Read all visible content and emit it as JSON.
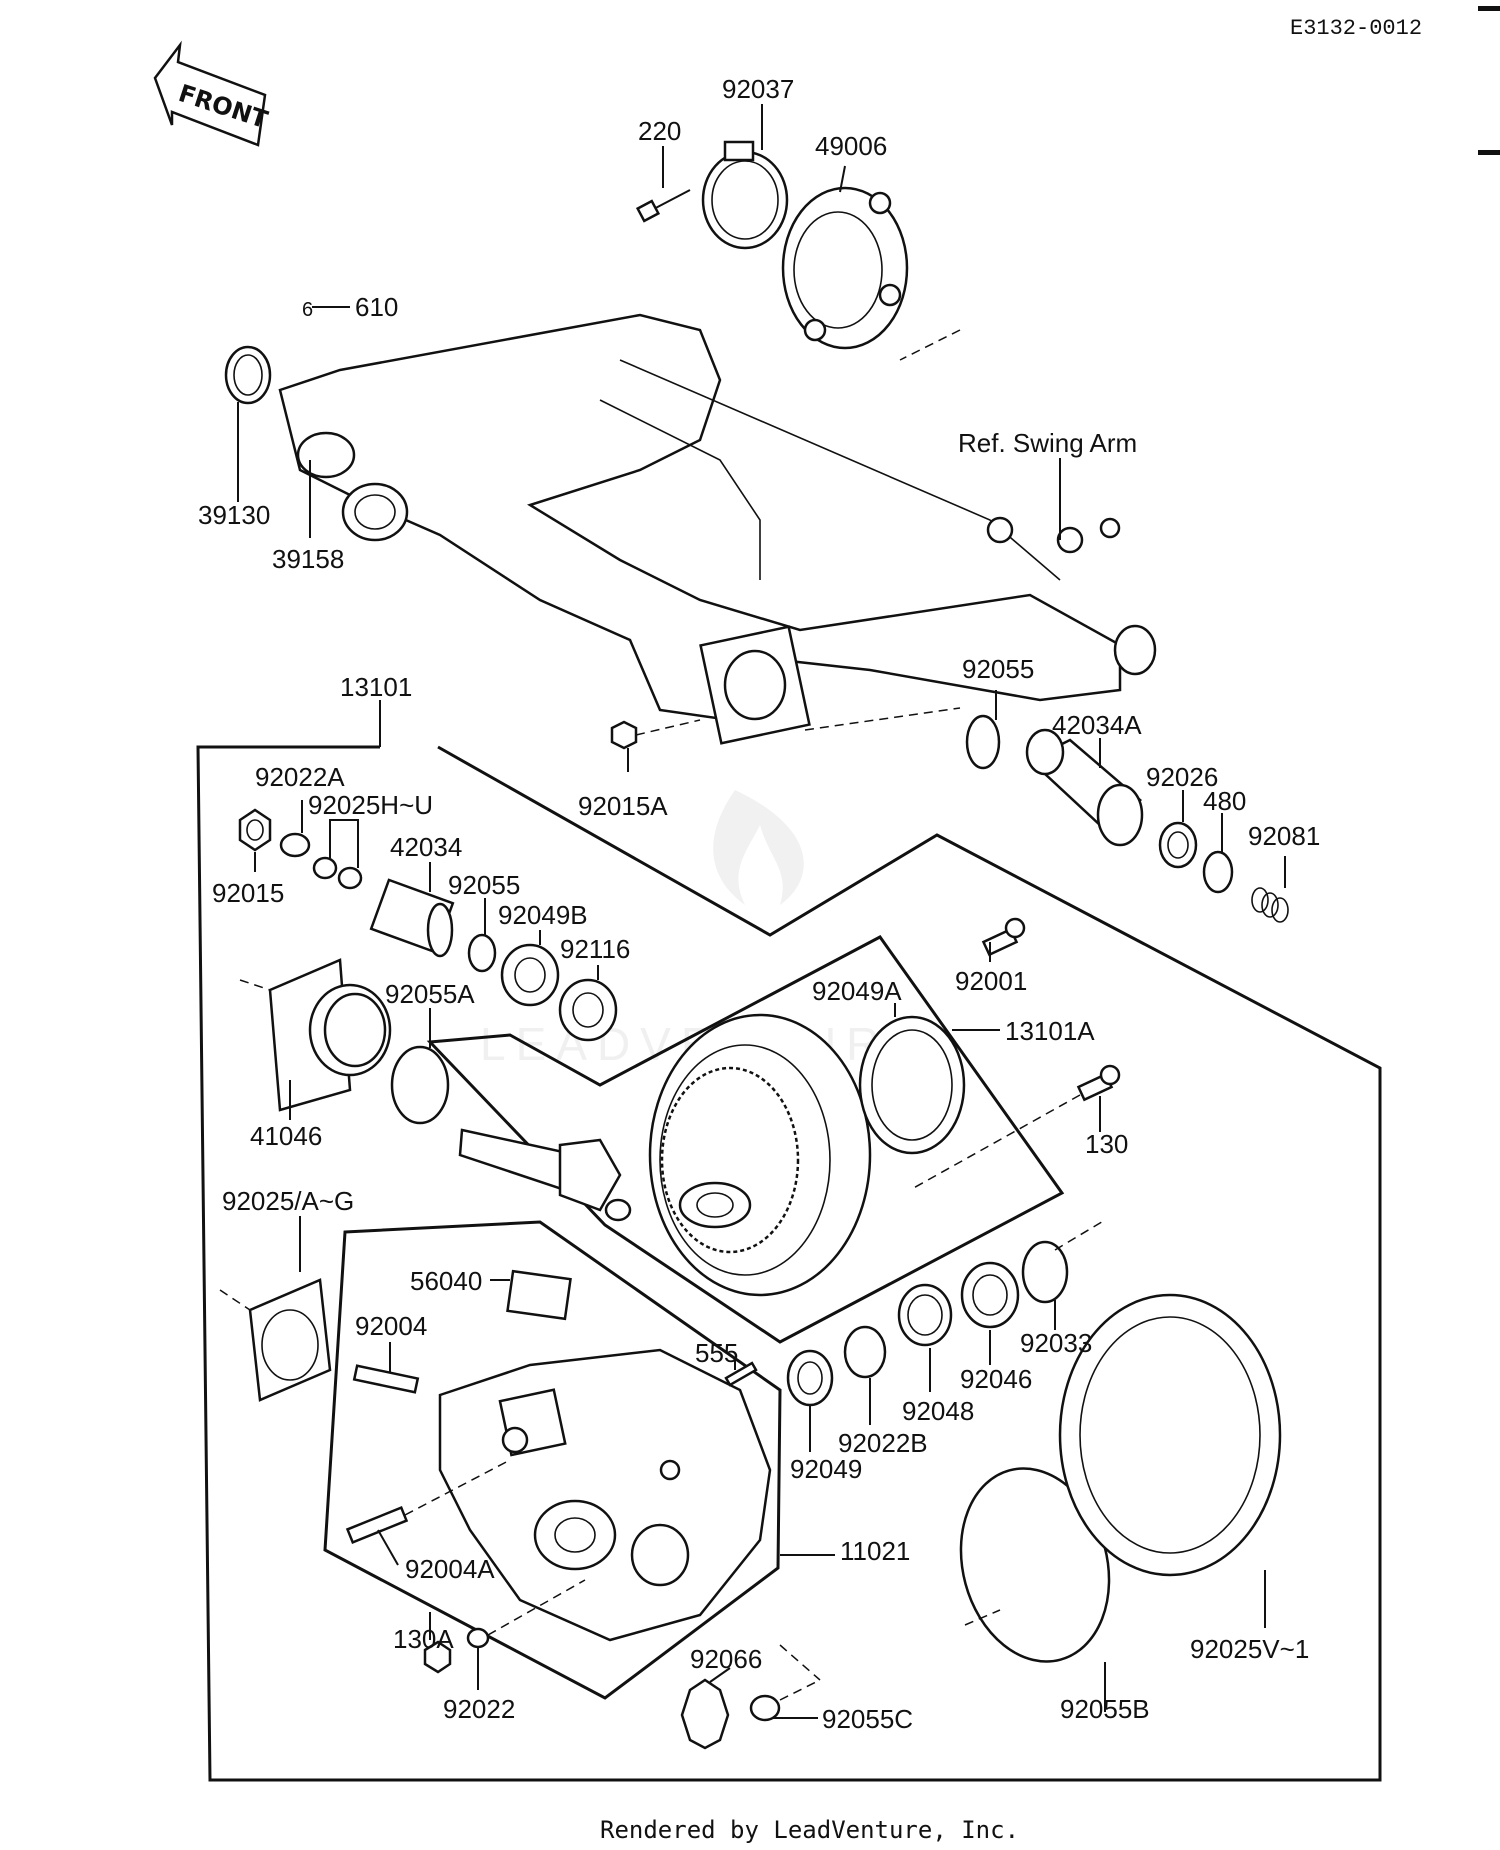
{
  "diagram_code": "E3132-0012",
  "front_label": "FRONT",
  "watermark": "LEADVENTURE",
  "labels": {
    "p92037": "92037",
    "p220": "220",
    "p49006": "49006",
    "p610": "610",
    "ref_swing_arm": "Ref. Swing Arm",
    "p39130": "39130",
    "p39158": "39158",
    "p13101": "13101",
    "p92055_top": "92055",
    "p42034a": "42034A",
    "p92026": "92026",
    "p480": "480",
    "p92081": "92081",
    "p92022a": "92022A",
    "p92025h_u": "92025H~U",
    "p92015a": "92015A",
    "p42034": "42034",
    "p92015": "92015",
    "p92055_left": "92055",
    "p92049b": "92049B",
    "p92116": "92116",
    "p92001": "92001",
    "p92049a": "92049A",
    "p92055a": "92055A",
    "p13101a": "13101A",
    "p41046": "41046",
    "p130": "130",
    "p92025_a_g": "92025/A~G",
    "p56040": "56040",
    "p92004": "92004",
    "p92033": "92033",
    "p555": "555",
    "p92046": "92046",
    "p92048": "92048",
    "p92022b": "92022B",
    "p92049": "92049",
    "p11021": "11021",
    "p92004a": "92004A",
    "p130a": "130A",
    "p92025v_1": "92025V~1",
    "p92066": "92066",
    "p92022": "92022",
    "p92055c": "92055C",
    "p92055b": "92055B"
  },
  "footer": "Rendered by LeadVenture, Inc."
}
